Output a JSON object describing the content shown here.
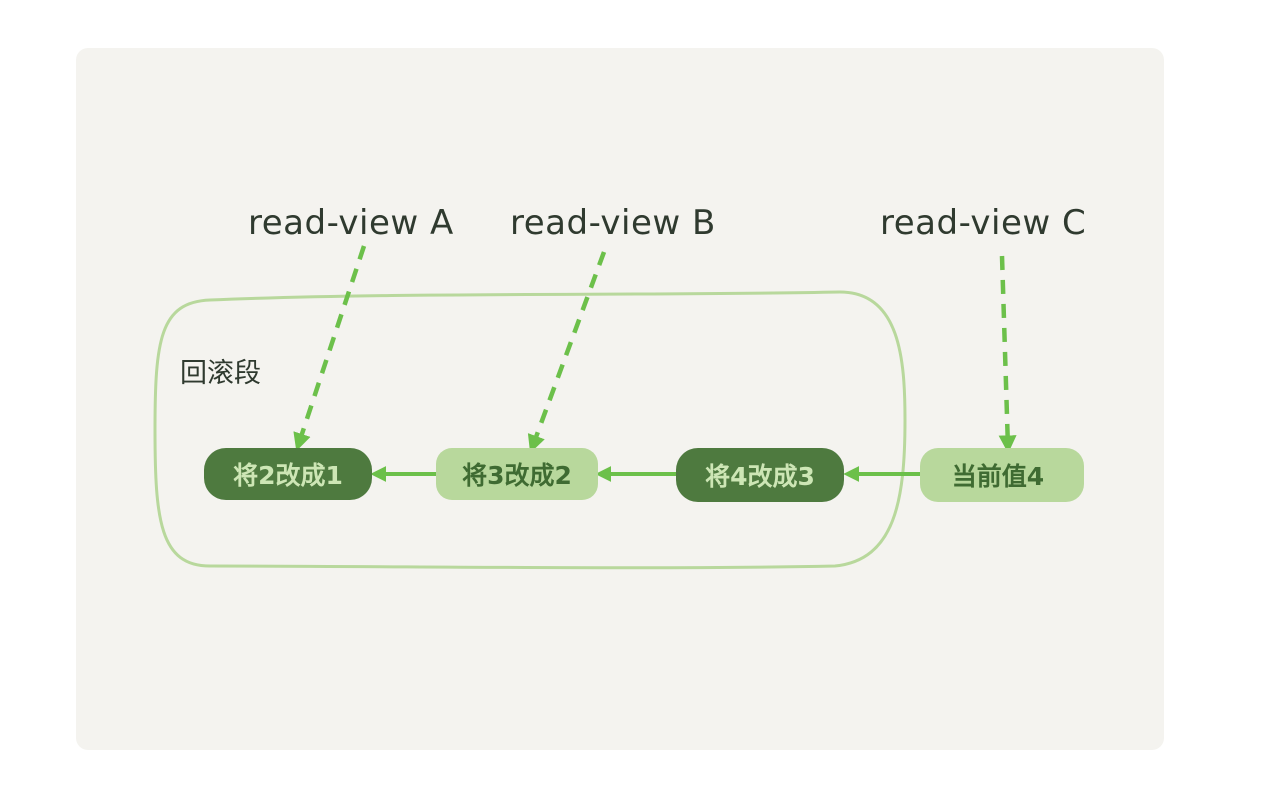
{
  "segment": {
    "label": "回滚段"
  },
  "views": [
    {
      "id": "a",
      "label": "read-view A"
    },
    {
      "id": "b",
      "label": "read-view B"
    },
    {
      "id": "c",
      "label": "read-view C"
    }
  ],
  "nodes": [
    {
      "id": "n1",
      "label": "将2改成1",
      "style": "dark"
    },
    {
      "id": "n2",
      "label": "将3改成2",
      "style": "light"
    },
    {
      "id": "n3",
      "label": "将4改成3",
      "style": "dark"
    },
    {
      "id": "n4",
      "label": "当前值4",
      "style": "light"
    }
  ],
  "colors": {
    "dark_node": "#4e7a3f",
    "light_node": "#b8d89c",
    "arrow": "#6cc04a",
    "segment_border": "#b8d89c"
  }
}
